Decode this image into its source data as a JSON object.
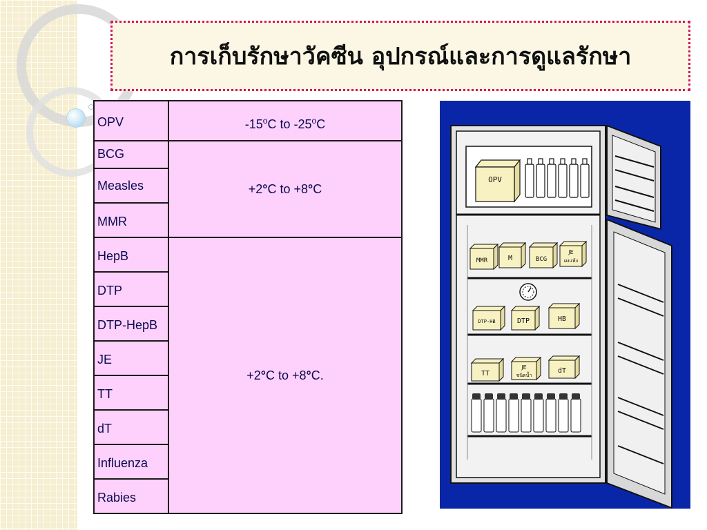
{
  "title": "การเก็บรักษาวัคซีน อุปกรณ์และการดูแลรักษา",
  "table": {
    "rows": [
      {
        "name": "OPV"
      },
      {
        "name": "BCG"
      },
      {
        "name": "Measles"
      },
      {
        "name": "MMR"
      },
      {
        "name": "HepB"
      },
      {
        "name": "DTP"
      },
      {
        "name": "DTP-HepB"
      },
      {
        "name": "JE"
      },
      {
        "name": "TT"
      },
      {
        "name": "dT"
      },
      {
        "name": "Influenza"
      },
      {
        "name": "Rabies"
      }
    ],
    "ranges": {
      "freezer": {
        "a": "-15",
        "b": "C to -25",
        "c": "C",
        "deg": "o"
      },
      "group1": {
        "a": "+2",
        "b": "C to +8",
        "c": "C",
        "deg": "°"
      },
      "group2": {
        "a": "+2",
        "b": "C to +8",
        "c": "C.",
        "deg": "°"
      }
    }
  },
  "fridge": {
    "box_labels": {
      "opv": "OPV",
      "mmr": "MMR",
      "m": "M",
      "bcg": "BCG",
      "je1_top": "JE",
      "je1_bottom": "ผงแห้ง",
      "dtphb": "DTP-HB",
      "dtp": "DTP",
      "hb": "HB",
      "tt": "TT",
      "je2_top": "JE",
      "je2_bottom": "ชนิดน้ำ",
      "dt": "dT"
    }
  }
}
